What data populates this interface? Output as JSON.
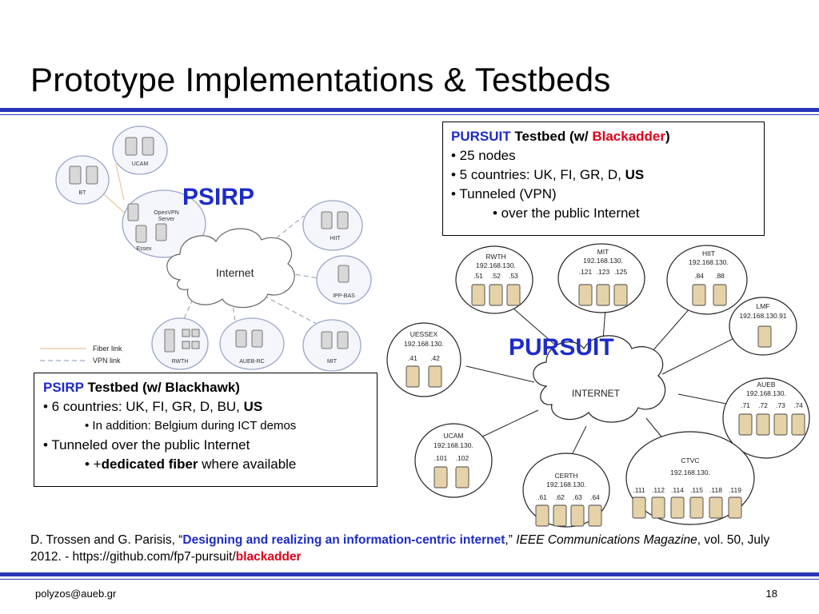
{
  "title": "Prototype Implementations & Testbeds",
  "psirp_label": "PSIRP",
  "pursuit_label": "PURSUIT",
  "pursuit_box": {
    "head_a": "PURSUIT",
    "head_b": " Testbed (w/ ",
    "head_c": "Blackadder",
    "head_d": ")",
    "item1": "• 25 nodes",
    "item2_a": "• 5 countries: UK, FI, GR, D, ",
    "item2_b": "US",
    "item3": "• Tunneled (VPN)",
    "item4": "• over the public Internet"
  },
  "psirp_box": {
    "head_a": "PSIRP",
    "head_b": " Testbed (w/ Blackhawk)",
    "item1_a": "• 6 countries: UK, FI, GR, D, BU, ",
    "item1_b": "US",
    "item2": "• In addition: Belgium during ICT demos",
    "item3": "• Tunneled over the public Internet",
    "item4_a": "• +",
    "item4_b": "dedicated fiber",
    "item4_c": " where available"
  },
  "psirp_diagram": {
    "internet": "Internet",
    "sites": {
      "ucam": "UCAM",
      "bt": "BT",
      "essex": "Essex",
      "openvpn": "OpenVPN",
      "server": "Server",
      "hiit": "HIIT",
      "ippbas": "IPP-BAS",
      "rwth": "RWTH",
      "auebrc": "AUEB-RC",
      "mit": "MIT"
    },
    "legend": {
      "fiber": "Fiber link",
      "vpn": "VPN link"
    }
  },
  "pursuit_diagram": {
    "internet": "INTERNET",
    "prefix": "192.168.130.",
    "rwth": {
      "name": "RWTH",
      "hosts": [
        ".51",
        ".52",
        ".53"
      ]
    },
    "mit": {
      "name": "MIT",
      "hosts": [
        ".121",
        ".123",
        ".125"
      ]
    },
    "hiit": {
      "name": "HIIT",
      "hosts": [
        ".84",
        ".88"
      ]
    },
    "lmf": {
      "name": "LMF",
      "ip": "192.168.130.91"
    },
    "uessex": {
      "name": "UESSEX",
      "hosts": [
        ".41",
        ".42"
      ]
    },
    "aueb": {
      "name": "AUEB",
      "hosts": [
        ".71",
        ".72",
        ".73",
        ".74"
      ]
    },
    "ucam": {
      "name": "UCAM",
      "hosts": [
        ".101",
        ".102"
      ]
    },
    "certh": {
      "name": "CERTH",
      "hosts": [
        ".61",
        ".62",
        ".63",
        ".64"
      ]
    },
    "ctvc": {
      "name": "CTVC",
      "hosts": [
        ".111",
        ".112",
        ".114",
        ".115",
        ".118",
        ".119"
      ]
    }
  },
  "citation": {
    "a": "D. Trossen and G. Parisis, “",
    "b": "Designing and realizing an information-centric internet",
    "c": ",” ",
    "d": "IEEE Communications Magazine",
    "e": ", vol. 50, July 2012. - https://github.com/fp7-pursuit/",
    "f": "blackadder"
  },
  "footer": {
    "email": "polyzos@aueb.gr",
    "page": "18"
  },
  "colors": {
    "accent_blue": "#1d2bc8",
    "accent_red": "#e0001a",
    "rule_blue": "#2a36b8"
  }
}
